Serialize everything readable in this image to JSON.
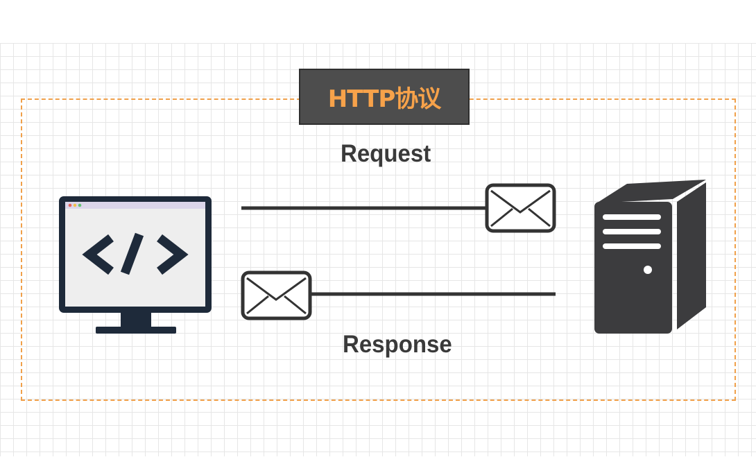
{
  "title": "HTTP协议",
  "request_label": "Request",
  "response_label": "Response",
  "icons": {
    "client": "computer-code-icon",
    "server": "server-tower-icon",
    "request_message": "envelope-icon",
    "response_message": "envelope-icon"
  },
  "colors": {
    "frame_dashed": "#f0a04a",
    "title_background": "#4d4d4d",
    "title_text": "#f7a24a",
    "arrow_line": "#333333",
    "monitor_dark": "#1e2a3a",
    "server_dark": "#3c3c3e"
  }
}
